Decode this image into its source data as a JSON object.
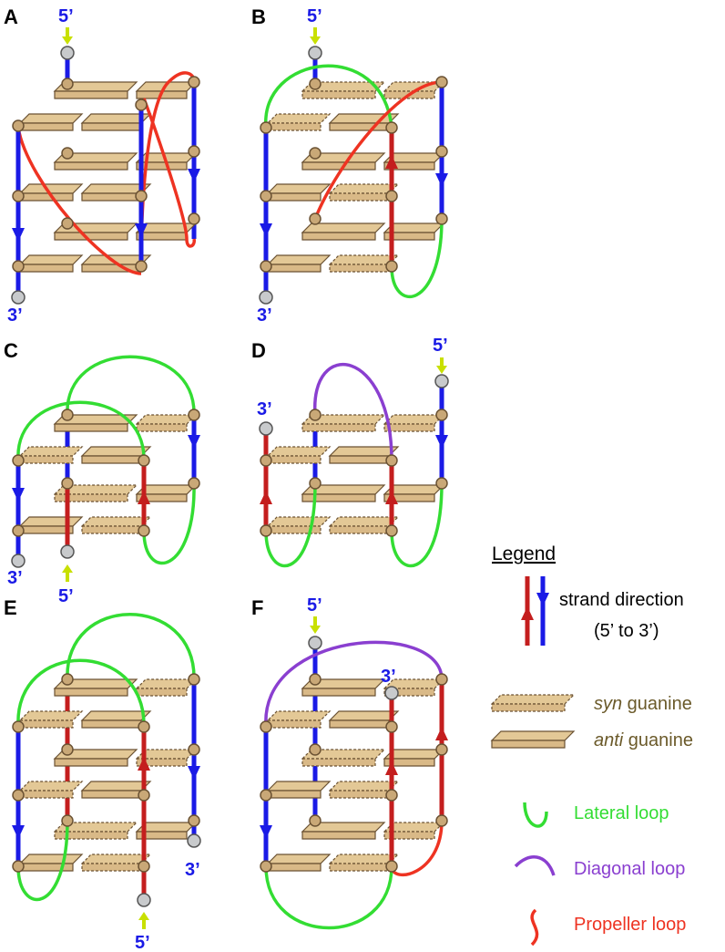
{
  "colors": {
    "strand_down": "#1a1ae6",
    "strand_up": "#c41e1e",
    "lateral_loop": "#33dd33",
    "diagonal_loop": "#8a3fd0",
    "propeller_loop": "#ee3322",
    "guanine_fill": "#d9b987",
    "guanine_side": "#b89463",
    "guanine_edge": "#6b5233",
    "node_fill": "#c9a877",
    "end_node_fill": "#c8cacc",
    "input_arrow": "#c8e000"
  },
  "panels": [
    {
      "label": "A",
      "top_end": "5’",
      "bottom_end": "3’"
    },
    {
      "label": "B",
      "top_end": "5’",
      "bottom_end": "3’"
    },
    {
      "label": "C",
      "bottom_left_end": "3’",
      "bottom_mid_end": "5’"
    },
    {
      "label": "D",
      "top_left_end": "3’",
      "top_right_end": "5’"
    },
    {
      "label": "E",
      "bottom_mid_end": "5’",
      "bottom_right_end": "3’"
    },
    {
      "label": "F",
      "top_left_end": "5’",
      "top_mid_end": "3’"
    }
  ],
  "legend": {
    "title": "Legend",
    "strand_direction": "strand direction",
    "strand_direction_sub": "(5’ to 3’)",
    "syn_italic": "syn",
    "syn_rest": " guanine",
    "anti_italic": "anti",
    "anti_rest": " guanine",
    "lateral": "Lateral loop",
    "diagonal": "Diagonal loop",
    "propeller": "Propeller loop"
  }
}
